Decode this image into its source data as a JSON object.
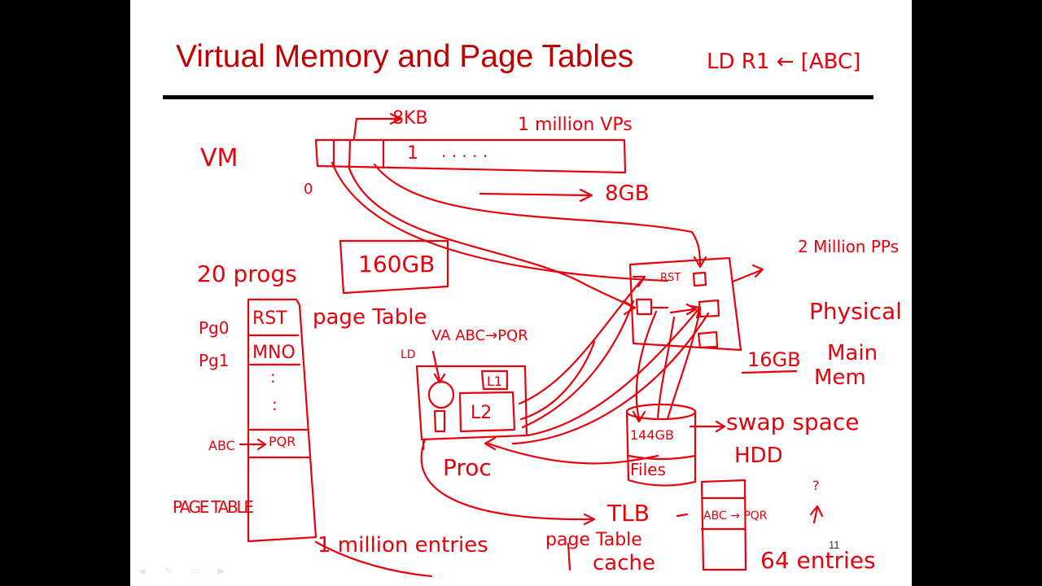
{
  "slide": {
    "title": "Virtual Memory and Page Tables",
    "page_number": "11"
  },
  "annotations": {
    "instruction": "LD R1 ← [ABC]",
    "vm": {
      "label": "VM",
      "zero": "0",
      "page_size": "8KB",
      "first_page": "1",
      "dots": ". . . . .",
      "pages": "1 million VPs",
      "size": "8GB"
    },
    "programs": {
      "count": "20 progs",
      "total": "160GB"
    },
    "page_table": {
      "label_side": "PAGE TABLE",
      "title": "page Table",
      "rows": [
        {
          "row_label": "Pg0",
          "entry": "RST"
        },
        {
          "row_label": "Pg1",
          "entry": "MNO"
        }
      ],
      "vdots": ":",
      "lookup_key": "ABC",
      "lookup_value": "PQR",
      "entries": "1 million entries"
    },
    "processor": {
      "ld": "LD",
      "translation": "VA ABC→PQR",
      "l1": "L1",
      "l2": "L2",
      "label": "Proc"
    },
    "physical": {
      "frame": "RST",
      "pages": "2 Million PPs",
      "label_line1": "Physical",
      "label_line2": "Main",
      "label_line3": "Mem",
      "size": "16GB"
    },
    "swap": {
      "size": "144GB",
      "label": "swap space",
      "device": "HDD",
      "files": "Files"
    },
    "tlb": {
      "name": "TLB",
      "line1": "page Table",
      "line2": "cache",
      "entry": "ABC → PQR",
      "count": "64 entries",
      "marks": "?"
    }
  },
  "colors": {
    "ink": "#e8000b",
    "title": "#c00000",
    "rule": "#000000",
    "slide_bg": "#ffffff",
    "letterbox": "#000000"
  }
}
